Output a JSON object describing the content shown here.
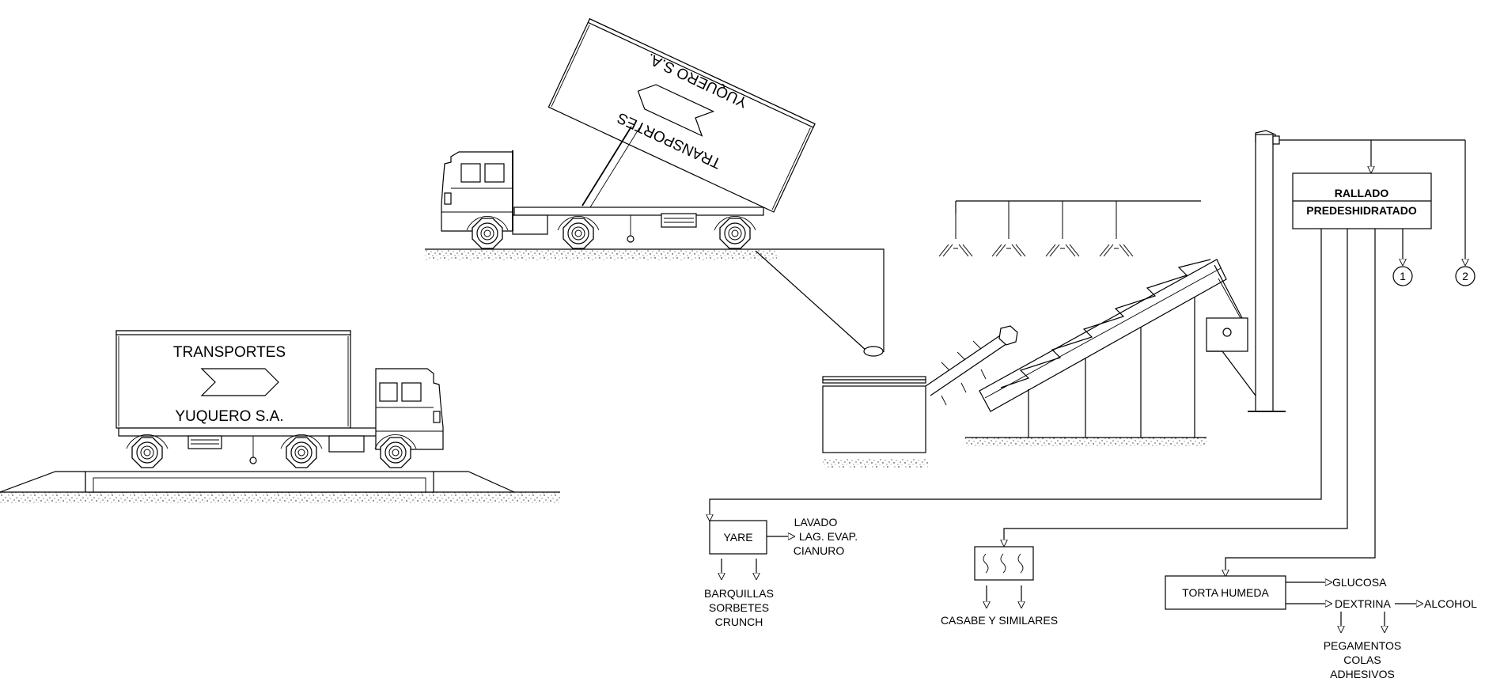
{
  "trucks": {
    "truck1": {
      "brand": "TRANSPORTES",
      "company": "YUQUERO S.A."
    },
    "truck2": {
      "brand": "TRANSPORTES",
      "company": "YUQUERO S.A."
    }
  },
  "process": {
    "rallado": "RALLADO",
    "predeshidratado": "PREDESHIDRATADO",
    "connector1": "1",
    "connector2": "2"
  },
  "products": {
    "yare": "YARE",
    "yare_out": [
      "LAVADO",
      "LAG. EVAP.",
      "CIANURO"
    ],
    "yare_products": [
      "BARQUILLAS",
      "SORBETES",
      "CRUNCH"
    ],
    "casabe": "CASABE Y SIMILARES",
    "torta": "TORTA HUMEDA",
    "glucosa": "GLUCOSA",
    "dextrina": "DEXTRINA",
    "alcohol": "ALCOHOL",
    "dextrina_products": [
      "PEGAMENTOS",
      "COLAS",
      "ADHESIVOS"
    ]
  }
}
